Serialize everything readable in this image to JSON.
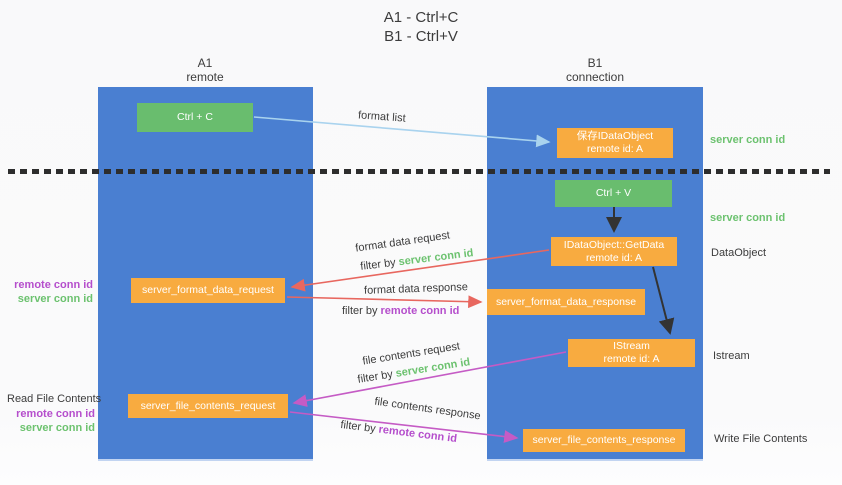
{
  "title": {
    "line1": "A1 - Ctrl+C",
    "line2": "B1 - Ctrl+V"
  },
  "lanes": {
    "a1": {
      "name": "A1",
      "subtitle": "remote"
    },
    "b1": {
      "name": "B1",
      "subtitle": "connection"
    }
  },
  "nodes": {
    "ctrl_c": {
      "label": "Ctrl + C"
    },
    "save_dataobject": {
      "line1": "保存IDataObject",
      "line2": "remote id: A"
    },
    "ctrl_v": {
      "label": "Ctrl + V"
    },
    "getdata": {
      "line1": "IDataObject::GetData",
      "line2": "remote id: A"
    },
    "format_request": {
      "label": "server_format_data_request"
    },
    "format_response": {
      "label": "server_format_data_response"
    },
    "istream": {
      "line1": "IStream",
      "line2": "remote id: A"
    },
    "file_request": {
      "label": "server_file_contents_request"
    },
    "file_response": {
      "label": "server_file_contents_response"
    }
  },
  "edge_labels": {
    "format_list": "format list",
    "format_data_request": "format data request",
    "format_data_response": "format data response",
    "file_contents_request": "file contents request",
    "file_contents_response": "file contents response",
    "filter_by": "filter by ",
    "server_conn_id": "server conn id",
    "remote_conn_id": "remote conn id"
  },
  "side_labels": {
    "server_conn_id_top": "server conn id",
    "server_conn_id_mid": "server conn id",
    "dataobject": "DataObject",
    "istream": "Istream",
    "write_file_contents": "Write File Contents",
    "read_file_contents": "Read File Contents",
    "remote_conn_id_left1": "remote conn id",
    "server_conn_id_left1": "server conn id",
    "remote_conn_id_left2": "remote conn id",
    "server_conn_id_left2": "server conn id"
  },
  "colors": {
    "lane_blue": "#4a7fd1",
    "box_green": "#69bd6e",
    "box_orange": "#f8ab40",
    "label_green": "#6cc26f",
    "label_purple": "#b54ecc",
    "arrow_blue": "#a9d3ee",
    "arrow_red": "#e8675f",
    "arrow_magenta": "#c55bc5",
    "arrow_black": "#333333",
    "text_dark": "#3c3c3c"
  }
}
